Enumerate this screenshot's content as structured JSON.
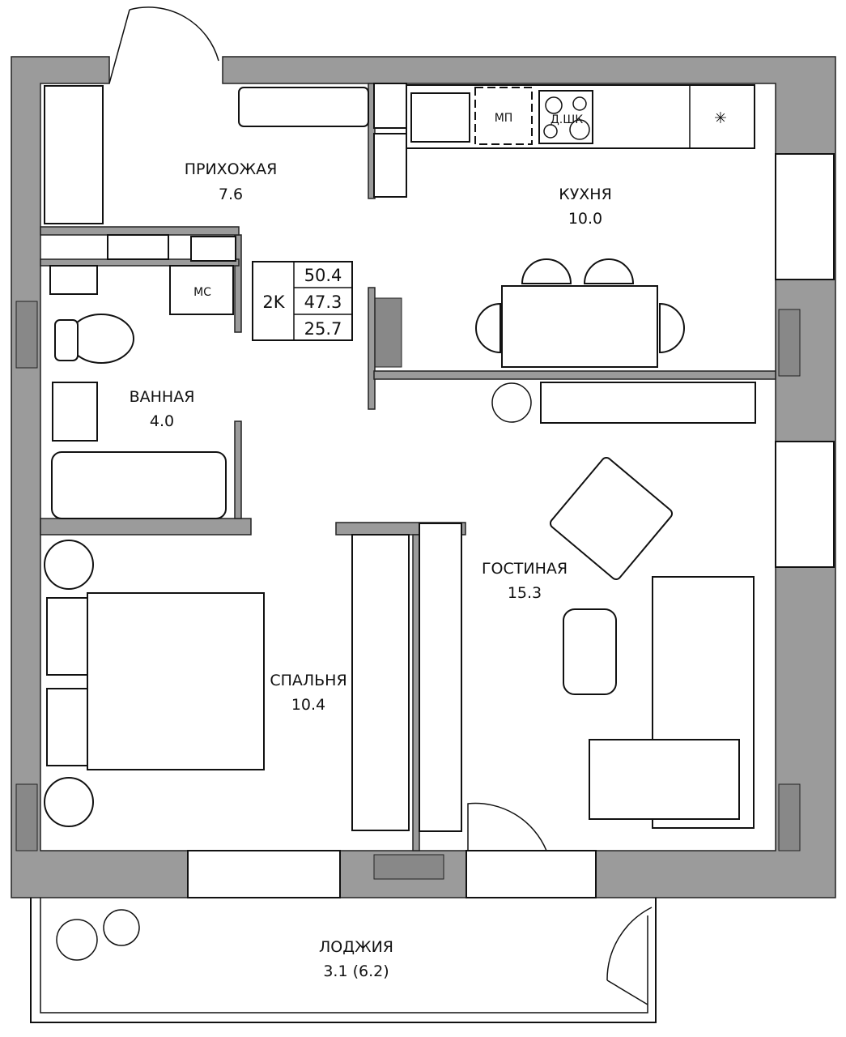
{
  "summary": {
    "type": "2K",
    "total_area": "50.4",
    "living_area_total": "47.3",
    "living_area": "25.7"
  },
  "rooms": [
    {
      "name": "ПРИХОЖАЯ",
      "area": "7.6"
    },
    {
      "name": "КУХНЯ",
      "area": "10.0"
    },
    {
      "name": "ВАННАЯ",
      "area": "4.0"
    },
    {
      "name": "ГОСТИНАЯ",
      "area": "15.3"
    },
    {
      "name": "СПАЛЬНЯ",
      "area": "10.4"
    },
    {
      "name": "ЛОДЖИЯ",
      "area": "3.1 (6.2)"
    }
  ],
  "fixtures": {
    "washing_machine": "МС",
    "dishwasher": "МП",
    "oven": "Д.ШК"
  },
  "colors": {
    "wall": "#9b9b9b",
    "line": "#111111",
    "floor": "#ffffff"
  }
}
